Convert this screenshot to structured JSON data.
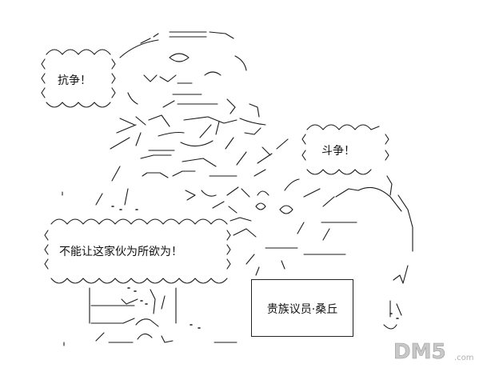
{
  "bubbles": {
    "top_left": "抗争！",
    "right": "斗争！",
    "bottom_left": "不能让这家伙为所欲为！"
  },
  "label_box": {
    "text": "贵族议员·桑丘"
  },
  "watermark": {
    "brand": "DM5",
    "suffix": ".com"
  },
  "colors": {
    "ink": "#1a1a1a",
    "watermark": "#c8c8c8",
    "background": "#ffffff"
  }
}
